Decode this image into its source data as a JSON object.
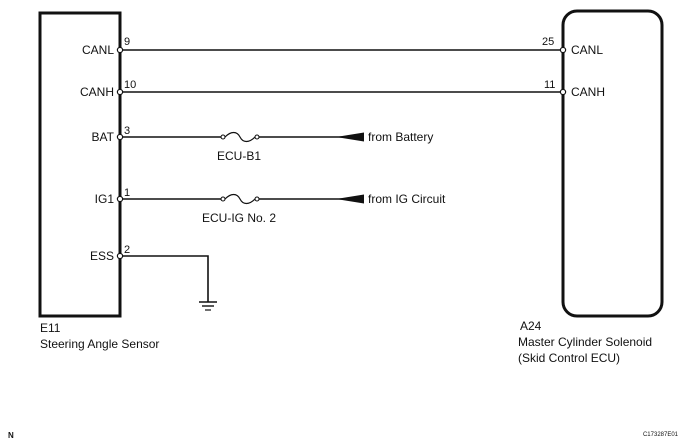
{
  "left_component": {
    "code": "E11",
    "name": "Steering Angle Sensor",
    "pins": [
      {
        "label": "CANL",
        "number": "9"
      },
      {
        "label": "CANH",
        "number": "10"
      },
      {
        "label": "BAT",
        "number": "3"
      },
      {
        "label": "IG1",
        "number": "1"
      },
      {
        "label": "ESS",
        "number": "2"
      }
    ]
  },
  "right_component": {
    "code": "A24",
    "name_line1": "Master Cylinder Solenoid",
    "name_line2": "(Skid Control ECU)",
    "pins": [
      {
        "label": "CANL",
        "number": "25"
      },
      {
        "label": "CANH",
        "number": "11"
      }
    ]
  },
  "fuses": [
    {
      "label": "ECU-B1",
      "source": "from Battery"
    },
    {
      "label": "ECU-IG No. 2",
      "source": "from IG Circuit"
    }
  ],
  "footer": {
    "corner_mark": "N",
    "figure_id": "C173287E01"
  }
}
